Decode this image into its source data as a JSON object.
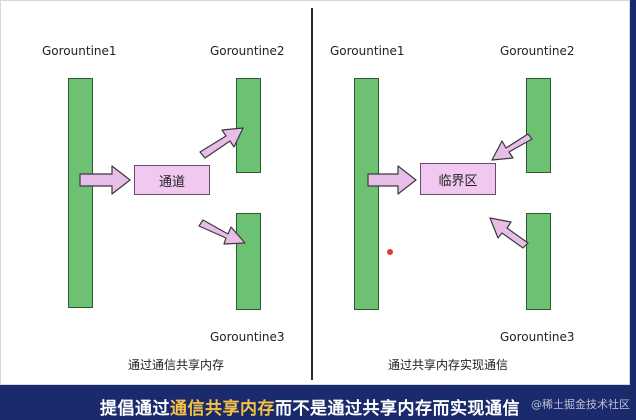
{
  "left": {
    "g1": "Gorountine1",
    "g2": "Gorountine2",
    "g3": "Gorountine3",
    "box": "通道",
    "caption": "通过通信共享内存"
  },
  "right": {
    "g1": "Gorountine1",
    "g2": "Gorountine2",
    "g3": "Gorountine3",
    "box": "临界区",
    "caption": "通过共享内存实现通信"
  },
  "footer": {
    "part1": "提倡通过",
    "highlight": "通信共享内存",
    "part2": "而不是通过共享内存而实现通信"
  },
  "watermark": "@稀土掘金技术社区",
  "colors": {
    "bar": "#6cc173",
    "box": "#f0c8f0",
    "arrow": "#e8bde8",
    "highlight": "#f5c242",
    "footer_bg": "#1a2a6c"
  }
}
